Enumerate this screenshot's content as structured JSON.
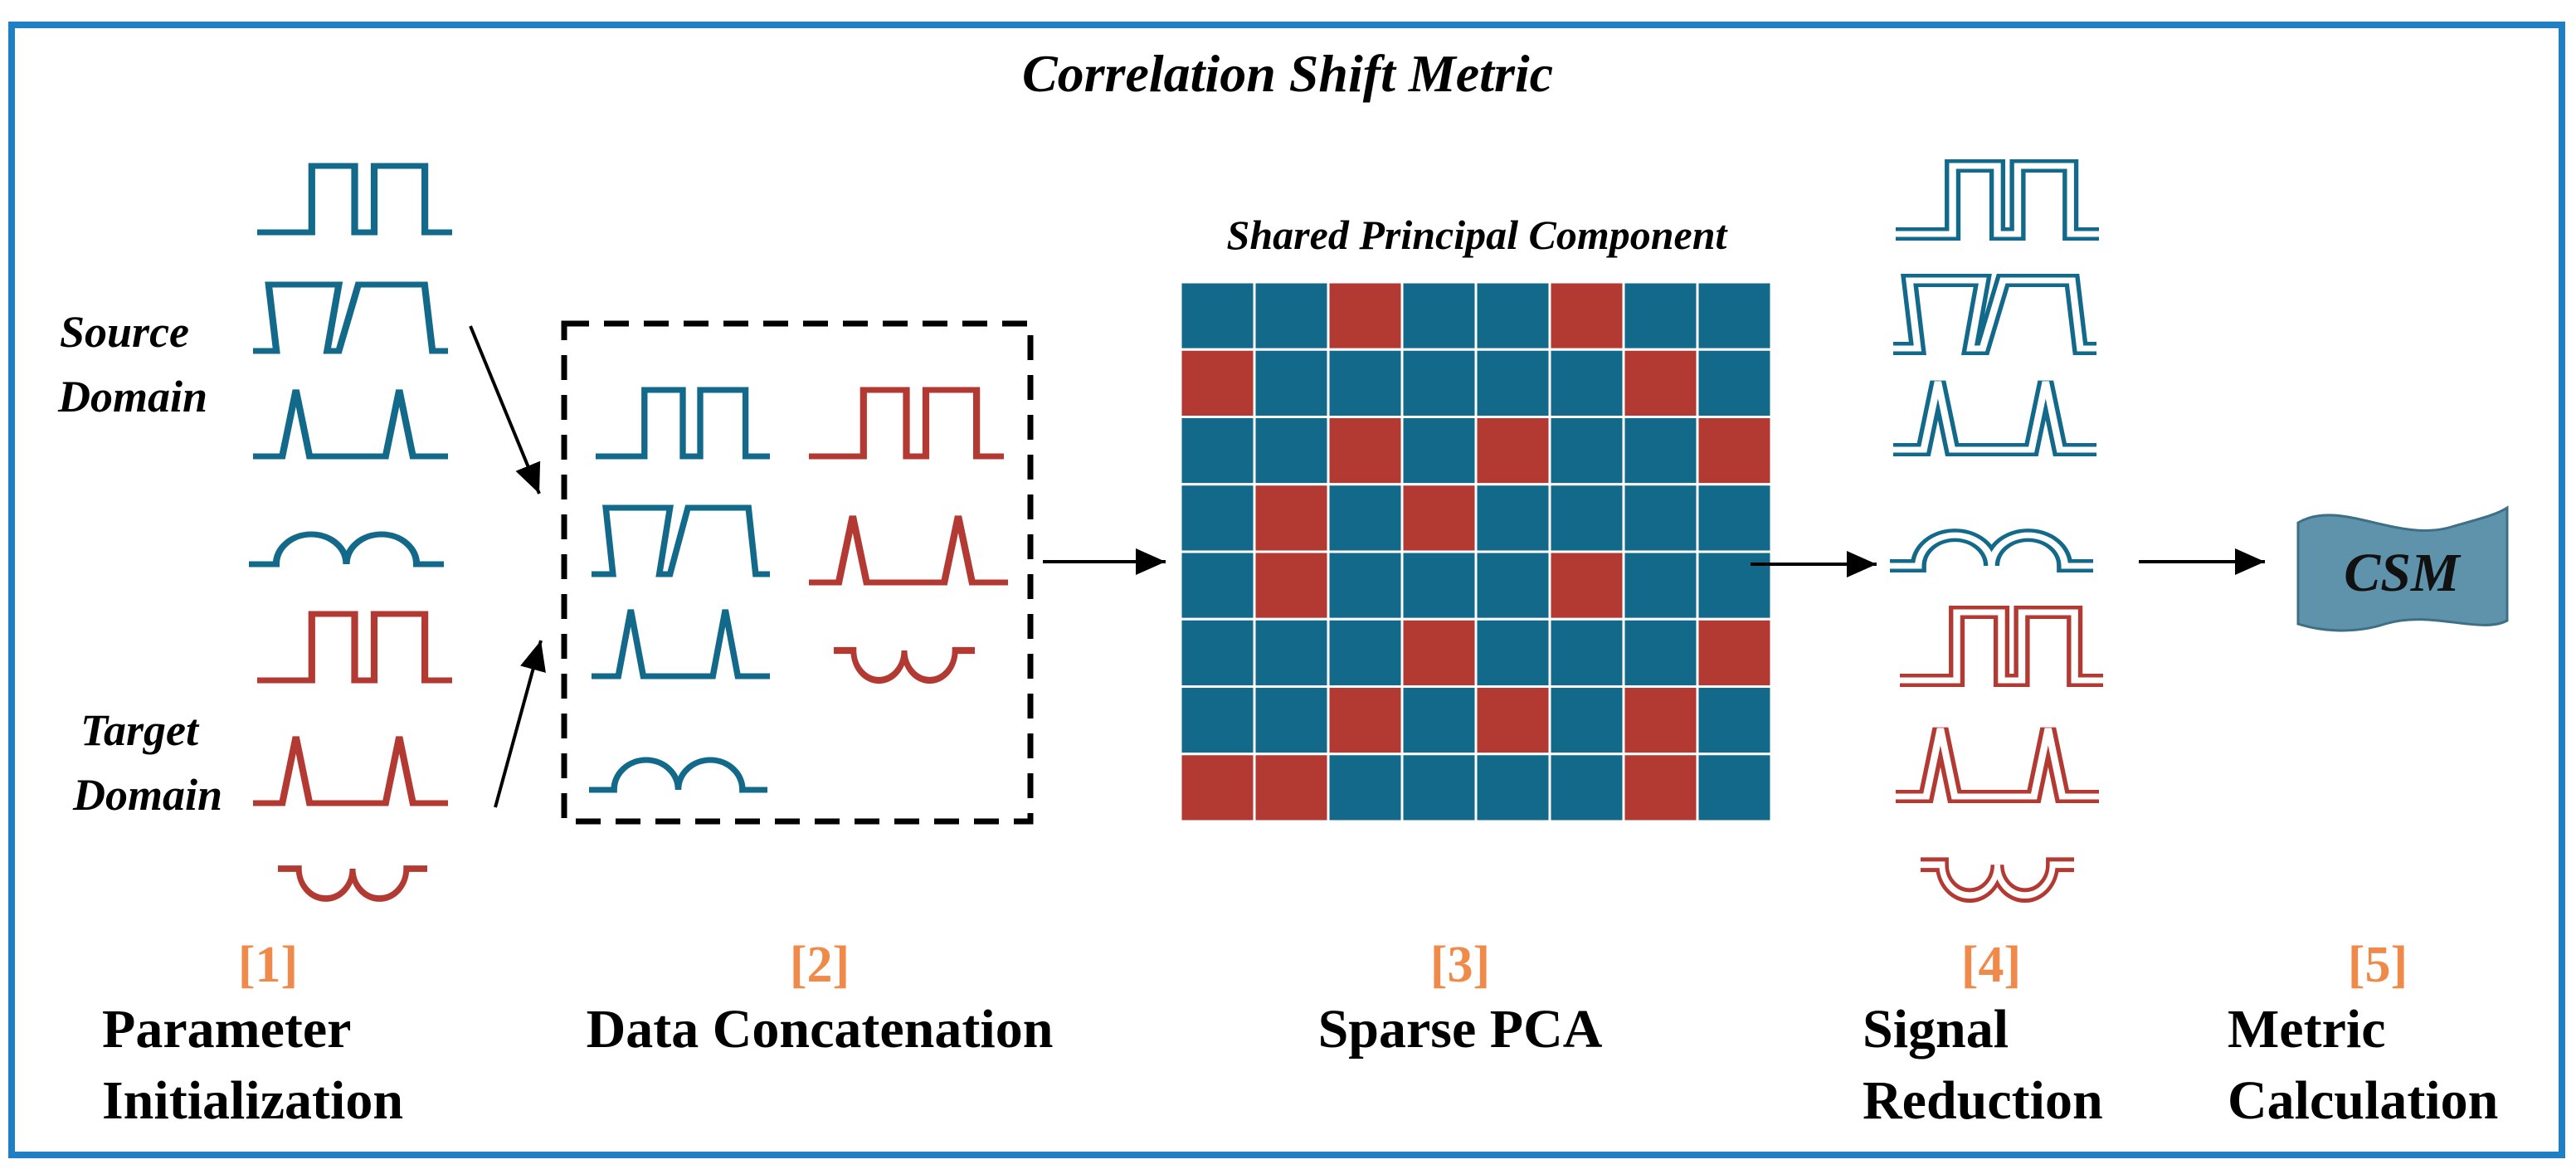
{
  "title": "Correlation Shift Metric",
  "colors": {
    "frame": "#1f7fc2",
    "source": "#12698a",
    "target": "#b33a33",
    "step_number": "#f08a4b",
    "text": "#000000",
    "csm_fill": "#5f93ab"
  },
  "domains": {
    "source": "Source\nDomain",
    "target": "Target\nDomain"
  },
  "matrix": {
    "title": "Shared Principal Component",
    "cells": [
      [
        "B",
        "B",
        "R",
        "B",
        "B",
        "R",
        "B",
        "B"
      ],
      [
        "R",
        "B",
        "B",
        "B",
        "B",
        "B",
        "R",
        "B"
      ],
      [
        "B",
        "B",
        "R",
        "B",
        "R",
        "B",
        "B",
        "R"
      ],
      [
        "B",
        "R",
        "B",
        "R",
        "B",
        "B",
        "B",
        "B"
      ],
      [
        "B",
        "R",
        "B",
        "B",
        "B",
        "R",
        "B",
        "B"
      ],
      [
        "B",
        "B",
        "B",
        "R",
        "B",
        "B",
        "B",
        "R"
      ],
      [
        "B",
        "B",
        "R",
        "B",
        "R",
        "B",
        "R",
        "B"
      ],
      [
        "R",
        "R",
        "B",
        "B",
        "B",
        "B",
        "R",
        "B"
      ]
    ]
  },
  "csm_label": "CSM",
  "steps": [
    {
      "number": "[1]",
      "label": "Parameter\nInitialization"
    },
    {
      "number": "[2]",
      "label": "Data Concatenation"
    },
    {
      "number": "[3]",
      "label": "Sparse PCA"
    },
    {
      "number": "[4]",
      "label": "Signal\nReduction"
    },
    {
      "number": "[5]",
      "label": "Metric\nCalculation"
    }
  ]
}
